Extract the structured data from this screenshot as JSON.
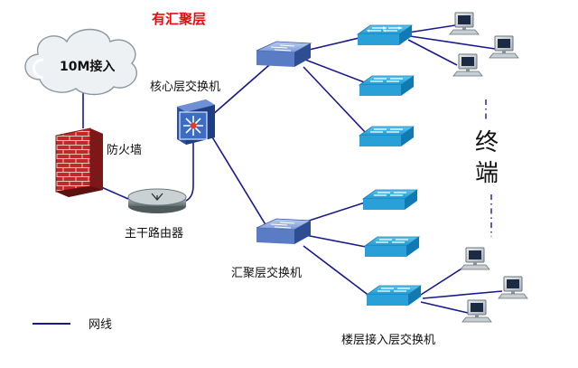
{
  "diagram": {
    "title": "有汇聚层",
    "cloud_label": "10M接入",
    "firewall_label": "防火墙",
    "core_switch_label": "核心层交换机",
    "router_label": "主干路由器",
    "aggregation_label": "汇聚层交换机",
    "access_label": "楼层接入层交换机",
    "terminal_label_1": "终",
    "terminal_label_2": "端",
    "legend_label": "网线",
    "colors": {
      "link": "#1a1a8c",
      "title": "#e01010",
      "switch_top": "#8aaee0",
      "switch_side": "#3a5aa6",
      "access_switch": "#2aa7df",
      "firewall": "#c0282a",
      "router": "#7c8a8e"
    },
    "icons": [
      "cloud-icon",
      "firewall-icon",
      "router-icon",
      "core-switch-icon",
      "aggregation-switch-icon",
      "access-switch-icon",
      "computer-icon"
    ]
  }
}
